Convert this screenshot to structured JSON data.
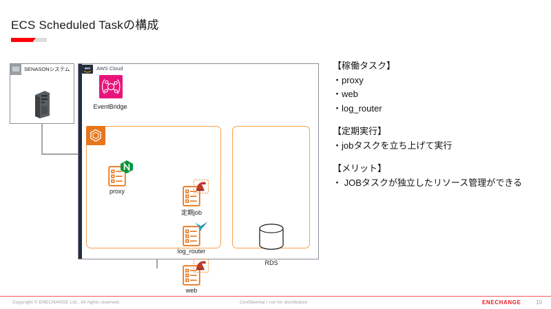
{
  "slide": {
    "title": "ECS Scheduled Taskの構成",
    "page_number": "10"
  },
  "diagram": {
    "senason": {
      "label": "SENASONシステム",
      "icon": "server-tower-icon"
    },
    "aws_cloud": {
      "label": "AWS Cloud",
      "icon": "aws-logo-icon",
      "edge_color": "#232f3e"
    },
    "eventbridge": {
      "label": "EventBridge",
      "icon": "eventbridge-icon",
      "color": "#e7157b"
    },
    "ecs_group": {
      "icon": "ecs-service-icon",
      "color": "#e8761a",
      "border_color": "#f6a04d"
    },
    "rds_group": {
      "border_color": "#f6a04d"
    },
    "tasks": [
      {
        "id": "proxy",
        "label": "proxy",
        "badge": "nginx-icon",
        "badge_color": "#009639"
      },
      {
        "id": "job",
        "label": "定期job",
        "badge": "laravel-icon",
        "badge_color": "#ff2d20"
      },
      {
        "id": "log_router",
        "label": "log_router",
        "badge": "fluentbit-icon",
        "badge_color": "#1ba3c6"
      },
      {
        "id": "web",
        "label": "web",
        "badge": "laravel-icon",
        "badge_color": "#ff2d20"
      }
    ],
    "rds": {
      "label": "RDS",
      "icon": "database-cylinder-icon"
    }
  },
  "notes": {
    "sections": [
      {
        "heading": "【稼働タスク】",
        "items": [
          "・proxy",
          "・web",
          "・log_router"
        ]
      },
      {
        "heading": "【定期実行】",
        "items": [
          "・jobタスクを立ち上げて実行"
        ]
      },
      {
        "heading": "【メリット】",
        "items": [
          "・ JOBタスクが独立したリソース管理ができる"
        ]
      }
    ]
  },
  "footer": {
    "copyright": "Copyright ©  ENECHANGE Ltd.,  All rights reserved.",
    "confidential": "Confidential / not for distribution",
    "logo": "ENECHANGE",
    "page": "10"
  }
}
